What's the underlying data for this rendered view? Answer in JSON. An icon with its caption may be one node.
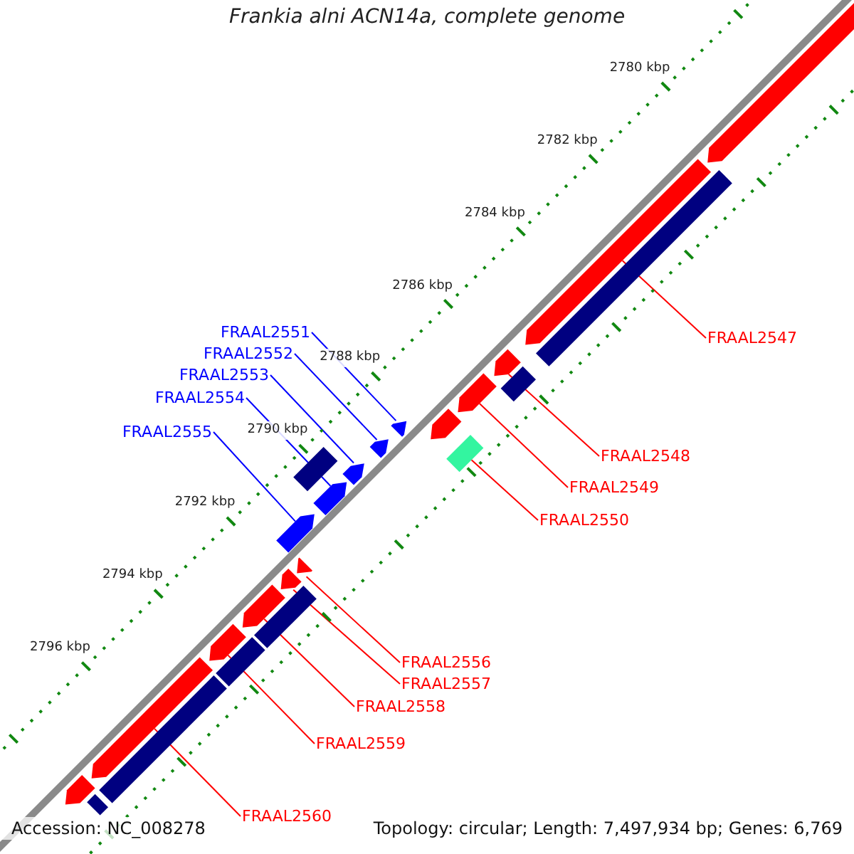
{
  "diagram": {
    "title": "Frankia alni ACN14a, complete genome",
    "nodes": [
      {
        "text": [
          "FRAAL2547"
        ]
      },
      {
        "text": [
          "FRAAL2548"
        ]
      },
      {
        "text": [
          "FRAAL2549"
        ]
      },
      {
        "text": [
          "FRAAL2550"
        ]
      },
      {
        "text": [
          "FRAAL2551"
        ]
      },
      {
        "text": [
          "FRAAL2552"
        ]
      },
      {
        "text": [
          "FRAAL2553"
        ]
      },
      {
        "text": [
          "FRAAL2554"
        ]
      },
      {
        "text": [
          "FRAAL2555"
        ]
      },
      {
        "text": [
          "FRAAL2556"
        ]
      },
      {
        "text": [
          "FRAAL2557"
        ]
      },
      {
        "text": [
          "FRAAL2558"
        ]
      },
      {
        "text": [
          "FRAAL2559"
        ]
      },
      {
        "text": [
          "FRAAL2560"
        ]
      },
      {
        "text": [],
        "shape": "arrow"
      },
      {
        "text": [],
        "shape": "arrow"
      },
      {
        "text": [],
        "shape": "arrow"
      },
      {
        "text": [],
        "shape": "box"
      },
      {
        "text": [],
        "shape": "arrow"
      },
      {
        "text": [],
        "shape": "arrow"
      },
      {
        "text": [],
        "shape": "arrow"
      },
      {
        "text": [],
        "shape": "arrow"
      },
      {
        "text": [],
        "shape": "arrow"
      },
      {
        "text": [],
        "shape": "arrow"
      },
      {
        "text": [],
        "shape": "arrow"
      },
      {
        "text": [],
        "shape": "arrow"
      },
      {
        "text": [],
        "shape": "arrow"
      },
      {
        "text": [],
        "shape": "arrow"
      },
      {
        "text": [],
        "shape": "arrow"
      },
      {
        "text": [],
        "shape": "arrow"
      },
      {
        "text": [],
        "shape": "arrow"
      },
      {
        "text": [],
        "shape": "box"
      },
      {
        "text": [],
        "shape": "box"
      },
      {
        "text": [],
        "shape": "box"
      },
      {
        "text": [],
        "shape": "box"
      },
      {
        "text": [],
        "shape": "box"
      },
      {
        "text": [],
        "shape": "box"
      },
      {
        "text": [],
        "shape": "box"
      }
    ],
    "edges": [
      {
        "from": 0,
        "to": 14,
        "arrow": "none"
      },
      {
        "from": 1,
        "to": 15,
        "arrow": "none"
      },
      {
        "from": 2,
        "to": 16,
        "arrow": "none"
      },
      {
        "from": 3,
        "to": 17,
        "arrow": "none"
      },
      {
        "from": 4,
        "to": 18,
        "arrow": "none",
        "color": "#0000ff"
      },
      {
        "from": 5,
        "to": 19,
        "arrow": "none",
        "color": "#0000ff"
      },
      {
        "from": 6,
        "to": 20,
        "arrow": "none",
        "color": "#0000ff"
      },
      {
        "from": 7,
        "to": 21,
        "arrow": "none",
        "color": "#0000ff"
      },
      {
        "from": 8,
        "to": 22,
        "arrow": "none",
        "color": "#0000ff"
      },
      {
        "from": 9,
        "to": 23,
        "arrow": "none"
      },
      {
        "from": 10,
        "to": 24,
        "arrow": "none"
      },
      {
        "from": 11,
        "to": 25,
        "arrow": "none"
      },
      {
        "from": 12,
        "to": 26,
        "arrow": "none"
      },
      {
        "from": 13,
        "to": 27,
        "arrow": "none"
      }
    ],
    "labels": [
      "2780 kbp",
      "2782 kbp",
      "2784 kbp",
      "2786 kbp",
      "2788 kbp",
      "2790 kbp",
      "2792 kbp",
      "2794 kbp",
      "2796 kbp",
      "Accession: NC_008278",
      "Topology: circular; Length: 7,497,934 bp; Genes: 6,769"
    ]
  }
}
